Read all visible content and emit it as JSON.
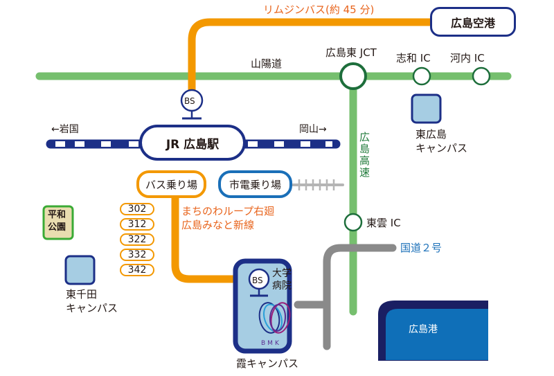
{
  "title": "広島大学アクセスマップ",
  "colors": {
    "bus": "#f39800",
    "expressway": "#76bf6e",
    "expressway_dark": "#1d6e3b",
    "jr": "#1c2f87",
    "tram": "#1a6fb8",
    "road": "#8a8a8a",
    "campus_fill": "#a6cde3",
    "park_fill": "#e9ddb0",
    "park_border": "#3aaa35",
    "port_fill": "#0f6fb8",
    "port_border": "#1a1f63",
    "text_orange": "#e8641c"
  },
  "routes": {
    "limousine": "リムジンバス(約 45 分)",
    "sanyo": "山陽道",
    "hiroshima_expressway": [
      "広",
      "島",
      "高",
      "速"
    ],
    "national_route_2": "国道２号",
    "bus_lines": [
      "まちのわループ右廻",
      "広島みなと新線"
    ]
  },
  "places": {
    "airport": "広島空港",
    "jct": "広島東 JCT",
    "shiwa_ic": "志和 IC",
    "kouchi_ic": "河内 IC",
    "jr_station": "JR 広島駅",
    "iwakuni": "←岩国",
    "okayama": "岡山→",
    "bus_stop_label": "BS",
    "bus_terminal": "バス乗り場",
    "tram_terminal": "市電乗り場",
    "higashi_hiroshima": [
      "東広島",
      "キャンパス"
    ],
    "higashi_kumo_ic": "東雲 IC",
    "peace_park": [
      "平和",
      "公園"
    ],
    "higashisenda": [
      "東千田",
      "キャンパス"
    ],
    "hospital": [
      "大学",
      "病院"
    ],
    "kasumi": "霞キャンパス",
    "port": "広島港",
    "bmk_logo": "BMK"
  },
  "bus_numbers": [
    "302",
    "312",
    "322",
    "332",
    "342"
  ]
}
